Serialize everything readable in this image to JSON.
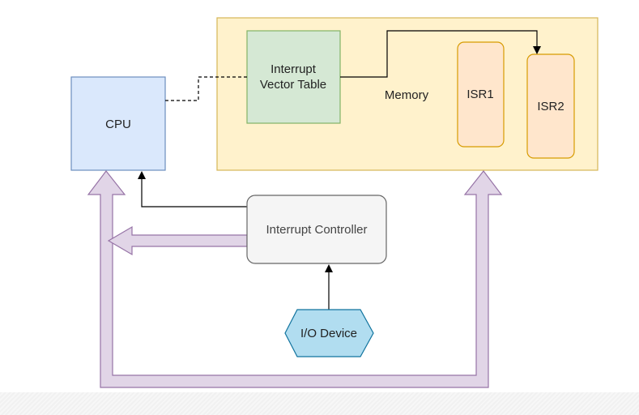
{
  "diagram": {
    "nodes": {
      "cpu": {
        "label": "CPU"
      },
      "memory": {
        "label": "Memory"
      },
      "ivt": {
        "line1": "Interrupt",
        "line2": "Vector Table"
      },
      "isr1": {
        "label": "ISR1"
      },
      "isr2": {
        "label": "ISR2"
      },
      "controller": {
        "label": "Interrupt Controller"
      },
      "io_device": {
        "label": "I/O Device"
      }
    },
    "colors": {
      "cpu_fill": "#dae8fc",
      "cpu_stroke": "#6c8ebf",
      "memory_fill": "#fff2cc",
      "memory_stroke": "#d6b656",
      "ivt_fill": "#d5e8d4",
      "ivt_stroke": "#82b366",
      "isr_fill": "#ffe6cc",
      "isr_stroke": "#d79b00",
      "controller_fill": "#f5f5f5",
      "controller_stroke": "#666666",
      "io_fill": "#b1ddf0",
      "io_stroke": "#10739e",
      "bus_fill": "#e1d5e7",
      "bus_stroke": "#9673a6"
    }
  }
}
